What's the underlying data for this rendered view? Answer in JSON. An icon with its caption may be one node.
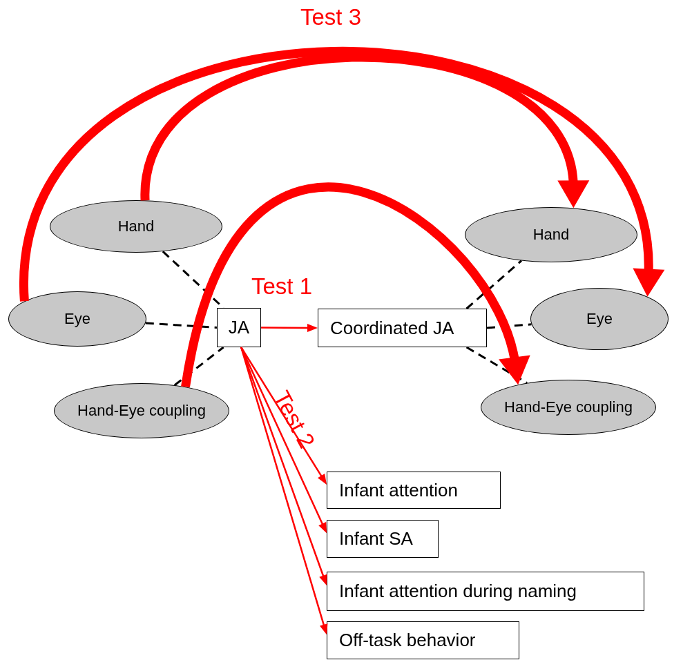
{
  "diagram": {
    "nodes": [
      {
        "text": [
          "Hand"
        ]
      },
      {
        "text": [
          "Eye"
        ]
      },
      {
        "text": [
          "Hand-Eye coupling"
        ]
      },
      {
        "text": [
          "JA"
        ]
      },
      {
        "text": [
          "Coordinated JA"
        ]
      },
      {
        "text": [
          "Hand"
        ]
      },
      {
        "text": [
          "Eye"
        ]
      },
      {
        "text": [
          "Hand-Eye coupling"
        ]
      },
      {
        "text": [
          "Infant attention"
        ]
      },
      {
        "text": [
          "Infant SA"
        ]
      },
      {
        "text": [
          "Infant attention during naming"
        ]
      },
      {
        "text": [
          "Off-task behavior"
        ]
      }
    ],
    "edges": [
      {
        "from": 0,
        "to": 3,
        "arrow": "none",
        "style": "dashed",
        "color": "#000000"
      },
      {
        "from": 1,
        "to": 3,
        "arrow": "none",
        "style": "dashed",
        "color": "#000000"
      },
      {
        "from": 2,
        "to": 3,
        "arrow": "none",
        "style": "dashed",
        "color": "#000000"
      },
      {
        "from": 4,
        "to": 5,
        "arrow": "none",
        "style": "dashed",
        "color": "#000000"
      },
      {
        "from": 4,
        "to": 6,
        "arrow": "none",
        "style": "dashed",
        "color": "#000000"
      },
      {
        "from": 4,
        "to": 7,
        "arrow": "none",
        "style": "dashed",
        "color": "#000000"
      },
      {
        "from": 3,
        "to": 4,
        "arrow": "to",
        "label": "Test 1"
      },
      {
        "from": 3,
        "to": 8,
        "arrow": "to"
      },
      {
        "from": 3,
        "to": 9,
        "arrow": "to"
      },
      {
        "from": 3,
        "to": 10,
        "arrow": "to"
      },
      {
        "from": 3,
        "to": 11,
        "arrow": "to"
      },
      {
        "from": 0,
        "to": 5,
        "arrow": "to",
        "style": "thick"
      },
      {
        "from": 1,
        "to": 6,
        "arrow": "to",
        "style": "thick"
      },
      {
        "from": 2,
        "to": 7,
        "arrow": "to",
        "style": "thick"
      }
    ],
    "labels": [
      "Test 3",
      "Test 2"
    ]
  }
}
